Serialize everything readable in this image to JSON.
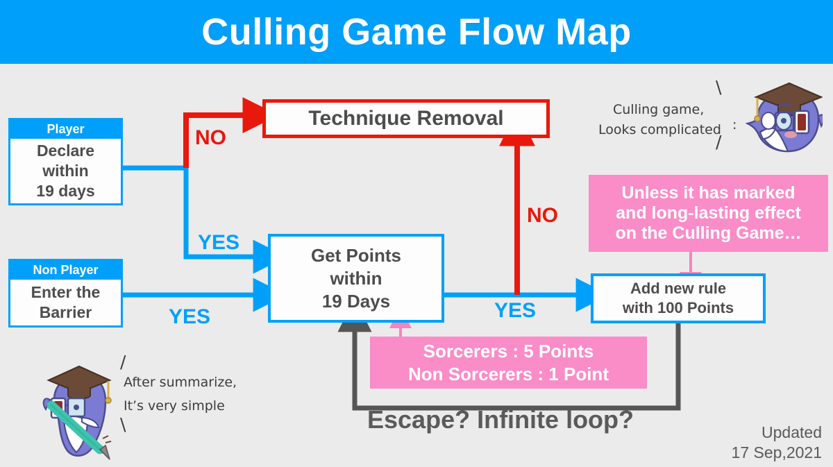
{
  "title": "Culling Game Flow Map",
  "theme": {
    "background": "#ebebeb",
    "blue": "#00a0fa",
    "red": "#e8190c",
    "pink": "#fa8cc8",
    "gray_text": "#4d4d4d",
    "gray_arrow": "#555555",
    "white": "#ffffff"
  },
  "nodes": {
    "player": {
      "header": "Player",
      "body": "Declare\nwithin\n19 days"
    },
    "non_player": {
      "header": "Non Player",
      "body": "Enter the\nBarrier"
    },
    "technique_removal": {
      "label": "Technique Removal"
    },
    "get_points": {
      "label": "Get Points\nwithin\n19 Days"
    },
    "add_rule": {
      "label": "Add new rule\nwith 100 Points"
    }
  },
  "callouts": {
    "unless": "Unless it has marked\nand long-lasting effect\non the Culling Game…",
    "points": "Sorcerers : 5 Points\nNon Sorcerers : 1 Point"
  },
  "edge_labels": {
    "no_top": "NO",
    "no_right": "NO",
    "yes_player": "YES",
    "yes_non_player": "YES",
    "yes_points": "YES"
  },
  "annotations": {
    "escape_caption": "Escape? Infinite loop?",
    "updated": "Updated\n17 Sep,2021"
  },
  "notes": {
    "top_right": {
      "line1": "Culling game,",
      "line2": "Looks complicated",
      "colon": ":",
      "slash_upper": "\\",
      "slash_lower": "/"
    },
    "bottom_left": {
      "line1": "After summarize,",
      "line2": "It’s very simple",
      "slash_upper": "/",
      "slash_lower": "\\"
    }
  }
}
